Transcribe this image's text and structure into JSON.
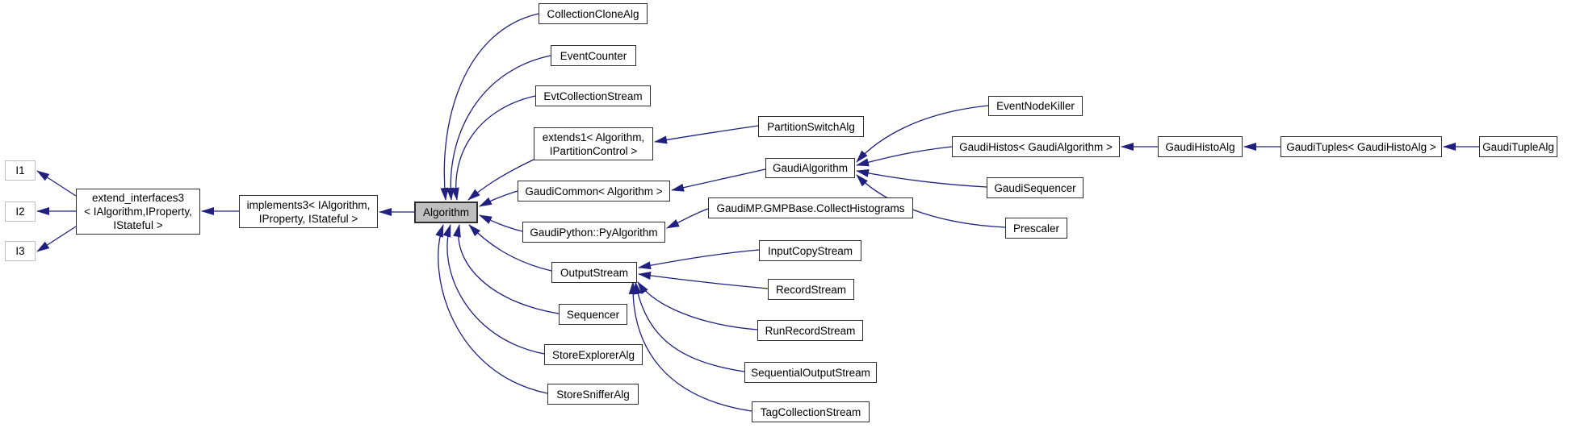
{
  "diagram": {
    "description": "Class inheritance graph for Algorithm",
    "focus_node": "Algorithm",
    "nodes": [
      {
        "id": "i1",
        "lines": [
          "I1"
        ],
        "kind": "external"
      },
      {
        "id": "i2",
        "lines": [
          "I2"
        ],
        "kind": "external"
      },
      {
        "id": "i3",
        "lines": [
          "I3"
        ],
        "kind": "external"
      },
      {
        "id": "extend-interfaces3",
        "lines": [
          "extend_interfaces3",
          "< IAlgorithm,IProperty,",
          "IStateful >"
        ],
        "kind": "class"
      },
      {
        "id": "implements3",
        "lines": [
          "implements3< IAlgorithm,",
          "IProperty, IStateful >"
        ],
        "kind": "class"
      },
      {
        "id": "algorithm",
        "lines": [
          "Algorithm"
        ],
        "kind": "focus"
      },
      {
        "id": "collection-clone-alg",
        "lines": [
          "CollectionCloneAlg"
        ],
        "kind": "class"
      },
      {
        "id": "event-counter",
        "lines": [
          "EventCounter"
        ],
        "kind": "class"
      },
      {
        "id": "evt-collection-stream",
        "lines": [
          "EvtCollectionStream"
        ],
        "kind": "class"
      },
      {
        "id": "extends1",
        "lines": [
          "extends1< Algorithm,",
          "IPartitionControl >"
        ],
        "kind": "class"
      },
      {
        "id": "gaudi-common",
        "lines": [
          "GaudiCommon< Algorithm >"
        ],
        "kind": "class"
      },
      {
        "id": "gaudi-python-py-algorithm",
        "lines": [
          "GaudiPython::PyAlgorithm"
        ],
        "kind": "class"
      },
      {
        "id": "output-stream",
        "lines": [
          "OutputStream"
        ],
        "kind": "class"
      },
      {
        "id": "sequencer",
        "lines": [
          "Sequencer"
        ],
        "kind": "class"
      },
      {
        "id": "store-explorer-alg",
        "lines": [
          "StoreExplorerAlg"
        ],
        "kind": "class"
      },
      {
        "id": "store-sniffer-alg",
        "lines": [
          "StoreSnifferAlg"
        ],
        "kind": "class"
      },
      {
        "id": "partition-switch-alg",
        "lines": [
          "PartitionSwitchAlg"
        ],
        "kind": "class"
      },
      {
        "id": "gaudi-algorithm",
        "lines": [
          "GaudiAlgorithm"
        ],
        "kind": "class"
      },
      {
        "id": "gaudi-mp-collect-histograms",
        "lines": [
          "GaudiMP.GMPBase.CollectHistograms"
        ],
        "kind": "class"
      },
      {
        "id": "input-copy-stream",
        "lines": [
          "InputCopyStream"
        ],
        "kind": "class"
      },
      {
        "id": "record-stream",
        "lines": [
          "RecordStream"
        ],
        "kind": "class"
      },
      {
        "id": "run-record-stream",
        "lines": [
          "RunRecordStream"
        ],
        "kind": "class"
      },
      {
        "id": "sequential-output-stream",
        "lines": [
          "SequentialOutputStream"
        ],
        "kind": "class"
      },
      {
        "id": "tag-collection-stream",
        "lines": [
          "TagCollectionStream"
        ],
        "kind": "class"
      },
      {
        "id": "event-node-killer",
        "lines": [
          "EventNodeKiller"
        ],
        "kind": "class"
      },
      {
        "id": "gaudi-histos",
        "lines": [
          "GaudiHistos< GaudiAlgorithm >"
        ],
        "kind": "class"
      },
      {
        "id": "gaudi-sequencer",
        "lines": [
          "GaudiSequencer"
        ],
        "kind": "class"
      },
      {
        "id": "prescaler",
        "lines": [
          "Prescaler"
        ],
        "kind": "class"
      },
      {
        "id": "gaudi-histo-alg",
        "lines": [
          "GaudiHistoAlg"
        ],
        "kind": "class"
      },
      {
        "id": "gaudi-tuples",
        "lines": [
          "GaudiTuples< GaudiHistoAlg >"
        ],
        "kind": "class"
      },
      {
        "id": "gaudi-tuple-alg",
        "lines": [
          "GaudiTupleAlg"
        ],
        "kind": "class"
      }
    ],
    "edges": [
      {
        "from": "extend-interfaces3",
        "to": "i1",
        "relation": "inherits"
      },
      {
        "from": "extend-interfaces3",
        "to": "i2",
        "relation": "inherits"
      },
      {
        "from": "extend-interfaces3",
        "to": "i3",
        "relation": "inherits"
      },
      {
        "from": "implements3",
        "to": "extend-interfaces3",
        "relation": "inherits"
      },
      {
        "from": "algorithm",
        "to": "implements3",
        "relation": "inherits"
      },
      {
        "from": "collection-clone-alg",
        "to": "algorithm",
        "relation": "inherits"
      },
      {
        "from": "event-counter",
        "to": "algorithm",
        "relation": "inherits"
      },
      {
        "from": "evt-collection-stream",
        "to": "algorithm",
        "relation": "inherits"
      },
      {
        "from": "extends1",
        "to": "algorithm",
        "relation": "inherits"
      },
      {
        "from": "gaudi-common",
        "to": "algorithm",
        "relation": "inherits"
      },
      {
        "from": "gaudi-python-py-algorithm",
        "to": "algorithm",
        "relation": "inherits"
      },
      {
        "from": "output-stream",
        "to": "algorithm",
        "relation": "inherits"
      },
      {
        "from": "sequencer",
        "to": "algorithm",
        "relation": "inherits"
      },
      {
        "from": "store-explorer-alg",
        "to": "algorithm",
        "relation": "inherits"
      },
      {
        "from": "store-sniffer-alg",
        "to": "algorithm",
        "relation": "inherits"
      },
      {
        "from": "partition-switch-alg",
        "to": "extends1",
        "relation": "inherits"
      },
      {
        "from": "gaudi-algorithm",
        "to": "gaudi-common",
        "relation": "inherits"
      },
      {
        "from": "gaudi-mp-collect-histograms",
        "to": "gaudi-python-py-algorithm",
        "relation": "inherits"
      },
      {
        "from": "event-node-killer",
        "to": "gaudi-algorithm",
        "relation": "inherits"
      },
      {
        "from": "gaudi-histos",
        "to": "gaudi-algorithm",
        "relation": "inherits"
      },
      {
        "from": "gaudi-sequencer",
        "to": "gaudi-algorithm",
        "relation": "inherits"
      },
      {
        "from": "prescaler",
        "to": "gaudi-algorithm",
        "relation": "inherits"
      },
      {
        "from": "gaudi-histo-alg",
        "to": "gaudi-histos",
        "relation": "inherits"
      },
      {
        "from": "gaudi-tuples",
        "to": "gaudi-histo-alg",
        "relation": "inherits"
      },
      {
        "from": "gaudi-tuple-alg",
        "to": "gaudi-tuples",
        "relation": "inherits"
      },
      {
        "from": "input-copy-stream",
        "to": "output-stream",
        "relation": "inherits"
      },
      {
        "from": "record-stream",
        "to": "output-stream",
        "relation": "inherits"
      },
      {
        "from": "run-record-stream",
        "to": "output-stream",
        "relation": "inherits"
      },
      {
        "from": "sequential-output-stream",
        "to": "output-stream",
        "relation": "inherits"
      },
      {
        "from": "tag-collection-stream",
        "to": "output-stream",
        "relation": "inherits"
      }
    ]
  },
  "colors": {
    "edge": "#1f2080",
    "node_border": "#2e2e2e",
    "node_fill": "#ffffff",
    "focus_fill": "#bfbfbf",
    "external_border": "#bebebe",
    "text": "#000000",
    "background": "#ffffff"
  }
}
